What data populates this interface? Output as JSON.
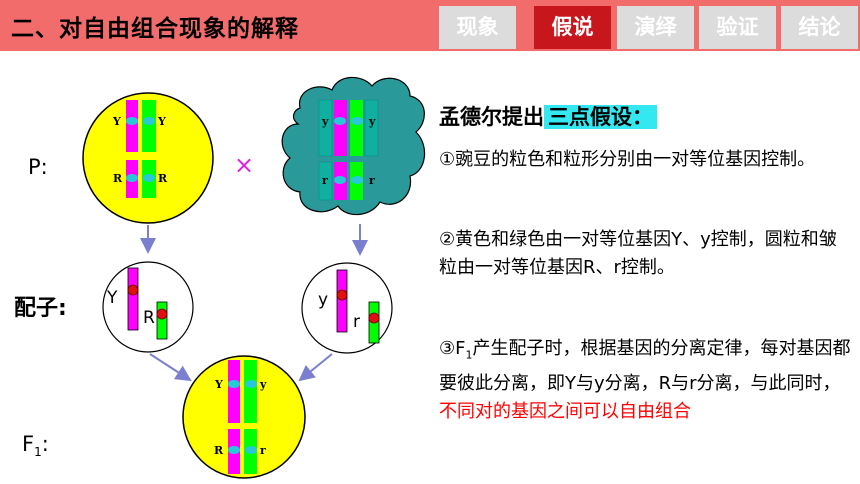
{
  "header": {
    "title": "二、对自由组合现象的解释",
    "tabs": [
      {
        "label": "现象",
        "active": false
      },
      {
        "label": "假说",
        "active": true
      },
      {
        "label": "演绎",
        "active": false
      },
      {
        "label": "验证",
        "active": false
      },
      {
        "label": "结论",
        "active": false
      }
    ]
  },
  "diagram": {
    "p_label": "P:",
    "gamete_label": "配子:",
    "f1_label_main": "F",
    "f1_label_sub": "1",
    "f1_label_colon": ":",
    "cross_symbol": "×",
    "p1_alleles": [
      "Y",
      "Y",
      "R",
      "R"
    ],
    "p2_alleles": [
      "y",
      "y",
      "r",
      "r"
    ],
    "gamete1_alleles": [
      "Y",
      "R"
    ],
    "gamete2_alleles": [
      "y",
      "r"
    ],
    "f1_alleles": [
      "Y",
      "y",
      "R",
      "r"
    ],
    "colors": {
      "magenta": "#ff00ff",
      "green": "#00ff00",
      "teal_chrom": "#0fb0a0",
      "cyan_dot": "#28c8d8",
      "red_dot": "#e01010",
      "yellow": "#ffff00",
      "teal_cell": "#2a9999"
    }
  },
  "text": {
    "heading_plain": "孟德尔提出",
    "heading_highlight": "三点假设：",
    "p1": "①豌豆的粒色和粒形分别由一对等位基因控制。",
    "p2": "②黄色和绿色由一对等位基因Y、y控制，圆粒和皱粒由一对等位基因R、r控制。",
    "p3_a": "③F",
    "p3_sub": "1",
    "p3_b": "产生配子时，根据基因的分离定律，每对基因都要彼此分离，即Y与y分离，R与r分离，与此同时，",
    "p3_red": "不同对的基因之间可以自由组合"
  }
}
